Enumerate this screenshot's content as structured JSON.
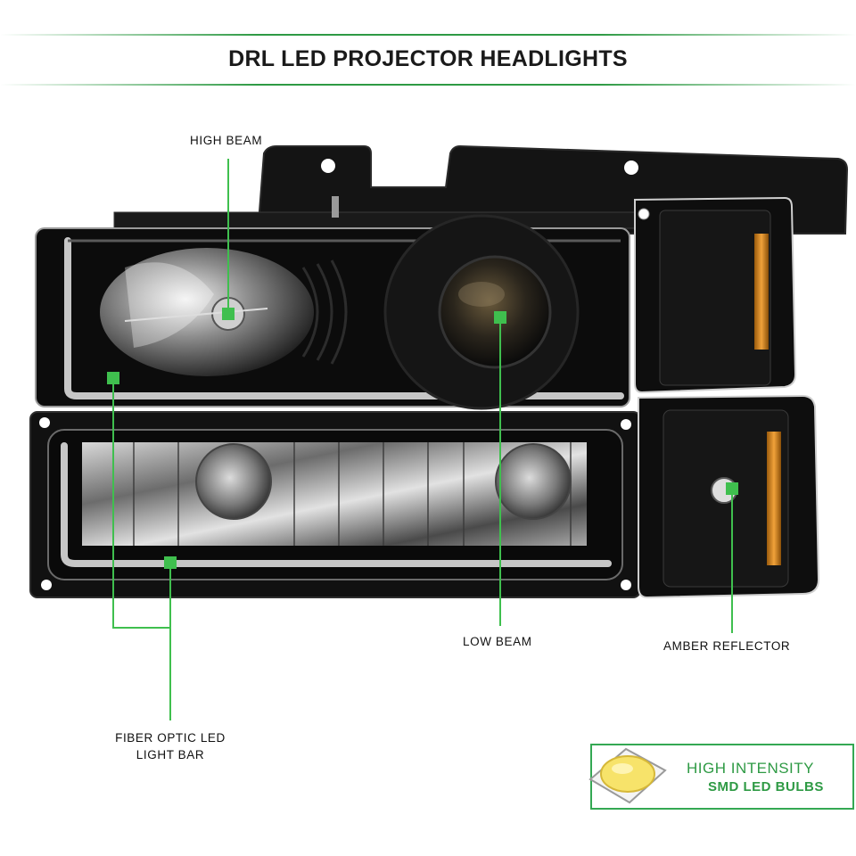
{
  "header": {
    "title": "DRL LED PROJECTOR HEADLIGHTS"
  },
  "callouts": {
    "high_beam": "HIGH BEAM",
    "low_beam": "LOW BEAM",
    "amber_reflector": "AMBER REFLECTOR",
    "fiber_optic_line1": "FIBER OPTIC LED",
    "fiber_optic_line2": "LIGHT BAR"
  },
  "badge": {
    "line1": "HIGH INTENSITY",
    "line2": "SMD LED BULBS"
  },
  "colors": {
    "accent_green": "#34a853",
    "amber": "#d98a1c",
    "housing": "#101010"
  }
}
